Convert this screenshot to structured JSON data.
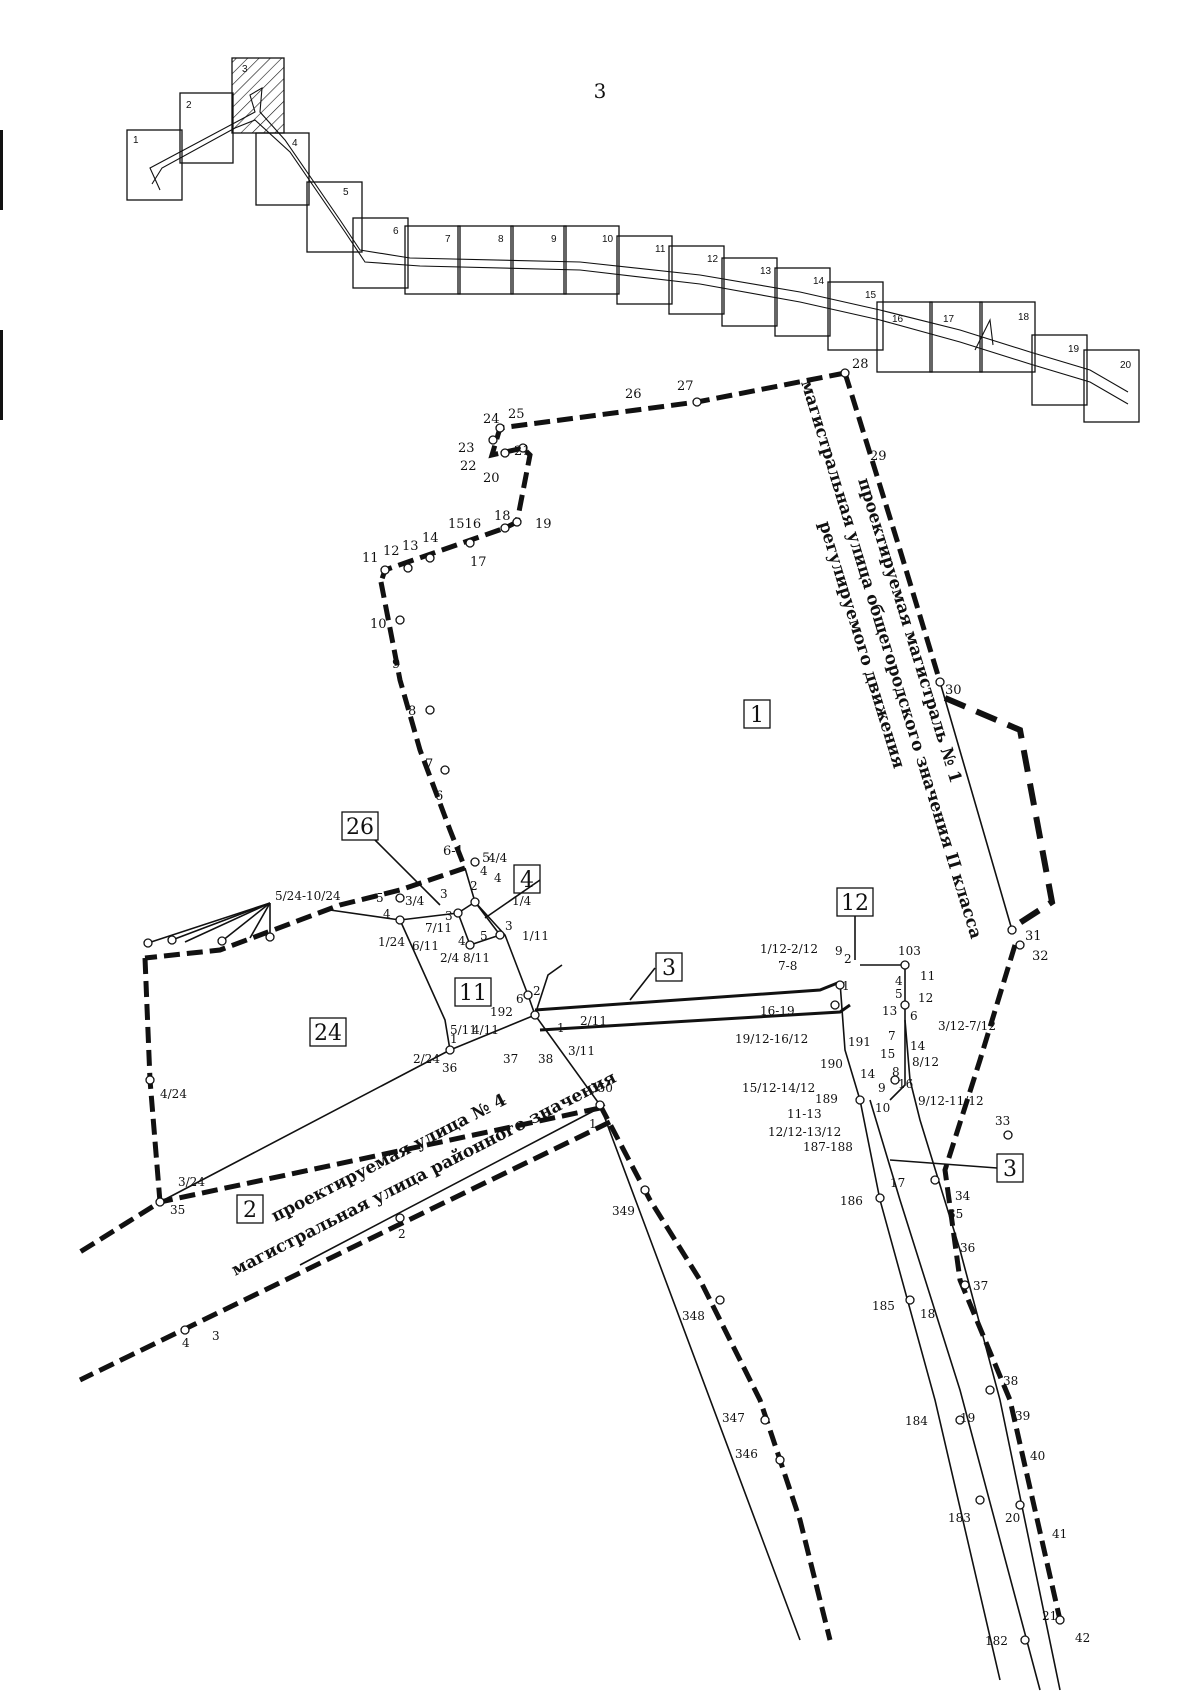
{
  "page_number": "3",
  "index_sheets": [
    "1",
    "2",
    "3",
    "4",
    "5",
    "6",
    "7",
    "8",
    "9",
    "10",
    "11",
    "12",
    "13",
    "14",
    "15",
    "16",
    "17",
    "18",
    "19",
    "20"
  ],
  "block_labels": {
    "b1": "1",
    "b2": "2",
    "b3a": "3",
    "b3b": "3",
    "b4": "4",
    "b11": "11",
    "b12": "12",
    "b24": "24",
    "b26": "26"
  },
  "street_1": {
    "line1": "проектируемая магистраль № 1",
    "line2": "магистральная улица общегородского значения II класса",
    "line3": "регулируемого движения"
  },
  "street_4": {
    "line1": "проектируемая улица № 4",
    "line2": "магистральная улица районного значения"
  },
  "point_labels": {
    "n28": "28",
    "n27": "27",
    "n26": "26",
    "n25": "25",
    "n24": "24",
    "n23": "23",
    "n22": "22",
    "n21": "21",
    "n20": "20",
    "n19": "19",
    "n18": "18",
    "n1516": "1516",
    "n17": "17",
    "n14": "14",
    "n13": "13",
    "n12": "12",
    "n11": "11",
    "n10": "10",
    "n9": "9",
    "n8": "8",
    "n7": "7",
    "n6": "6",
    "n61": "6-1",
    "n5": "5",
    "n29": "29",
    "n30": "30",
    "n31": "31",
    "n32": "32",
    "a524_1024": "5/24-10/24",
    "a5": "5",
    "a4": "4",
    "a124": "1/24",
    "a34": "3/4",
    "a3": "3",
    "a3b": "3",
    "a2": "2",
    "a4b": "4",
    "a44": "4/4",
    "a4c": "4",
    "a711": "7/11",
    "a611": "6/11",
    "a4d": "4",
    "a24": "2/4",
    "a811": "8/11",
    "a5b": "5",
    "a3c": "3",
    "a14": "1/4",
    "a111": "1/11",
    "a6": "6",
    "a2b": "2",
    "a211": "2/11",
    "a192": "192",
    "a511": "5/11",
    "a411": "4/11",
    "a1": "1",
    "a37": "37",
    "a38": "38",
    "a311": "3/11",
    "a224": "2/24",
    "a1b": "1",
    "a36": "36",
    "a424": "4/24",
    "a324": "3/24",
    "a35": "35",
    "a350": "350",
    "a1c": "1",
    "a349": "349",
    "a2c": "2",
    "a4e": "4",
    "a3d": "3",
    "a348": "348",
    "a347": "347",
    "a346": "346",
    "c112_212": "1/12-2/12",
    "c9": "9",
    "c2": "2",
    "c78": "7-8",
    "c1": "1",
    "c103": "103",
    "c11": "11",
    "c4": "4",
    "c5": "5",
    "c12": "12",
    "c13": "13",
    "c6": "6",
    "c312_712": "3/12-7/12",
    "c1619": "16-19",
    "c1912_1612": "19/12-16/12",
    "c191": "191",
    "c7": "7",
    "c14": "14",
    "c15": "15",
    "c812": "8/12",
    "c190": "190",
    "c14b": "14",
    "c1512_1412": "15/12-14/12",
    "c8": "8",
    "c16": "16",
    "c9b": "9",
    "c912_1112": "9/12-11/12",
    "c189": "189",
    "c10": "10",
    "c1113": "11-13",
    "c1212_1312": "12/12-13/12",
    "c187_188": "187-188",
    "d33": "33",
    "d17": "17",
    "d34": "34",
    "d35": "35",
    "d186": "186",
    "d36": "36",
    "d37": "37",
    "d18": "18",
    "d185": "185",
    "d38": "38",
    "d184": "184",
    "d19": "19",
    "d39": "39",
    "d40": "40",
    "d183": "183",
    "d20": "20",
    "d41": "41",
    "d182": "182",
    "d21": "21",
    "d42": "42"
  }
}
